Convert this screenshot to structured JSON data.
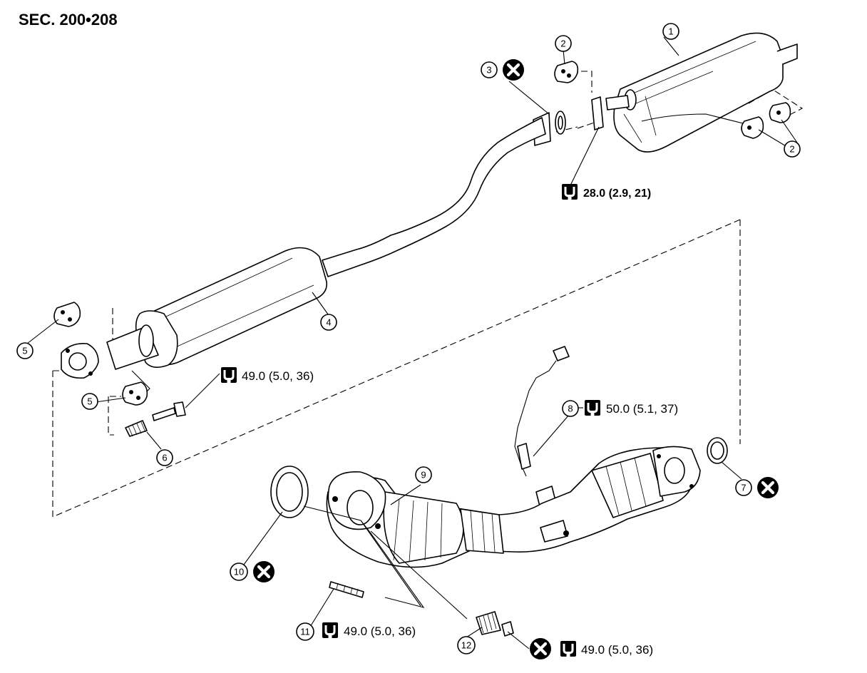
{
  "section_code": "SEC. 200•208",
  "callouts": {
    "c1": "1",
    "c2a": "2",
    "c2b": "2",
    "c3": "3",
    "c4": "4",
    "c5a": "5",
    "c5b": "5",
    "c6": "6",
    "c7": "7",
    "c8": "8",
    "c9": "9",
    "c10": "10",
    "c11": "11",
    "c12": "12"
  },
  "torque": {
    "t_main_muffler": "28.0 (2.9, 21)",
    "t_center_bolt": "49.0 (5.0, 36)",
    "t_sensor": "50.0 (5.1, 37)",
    "t_stud": "49.0 (5.0, 36)",
    "t_nut": "49.0 (5.0, 36)"
  },
  "icons": {
    "replace": "do-not-reuse-x-icon",
    "torque": "wrench-torque-icon"
  }
}
